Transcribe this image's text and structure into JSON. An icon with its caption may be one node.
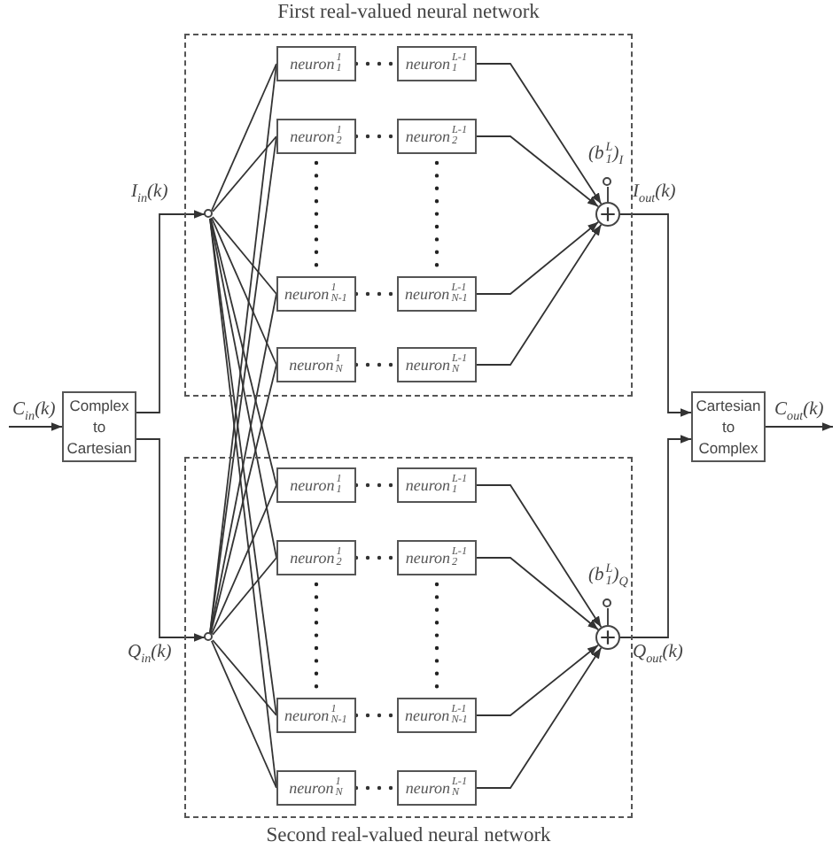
{
  "diagram": {
    "nodes": [
      {
        "text": [
          "First real-valued neural network"
        ]
      },
      {
        "text": [
          "neuron$_{1}$$^{1}$"
        ],
        "in": 0
      },
      {
        "text": [
          "neuron$_{1}$$^{L-1}$"
        ],
        "in": 0
      },
      {
        "text": [
          "neuron$_{2}$$^{1}$"
        ],
        "in": 0
      },
      {
        "text": [
          "neuron$_{2}$$^{L-1}$"
        ],
        "in": 0
      },
      {
        "text": [
          "neuron$_{N-1}$$^{1}$"
        ],
        "in": 0
      },
      {
        "text": [
          "neuron$_{N-1}$$^{L-1}$"
        ],
        "in": 0
      },
      {
        "text": [
          "neuron$_{N}$$^{1}$"
        ],
        "in": 0
      },
      {
        "text": [
          "neuron$_{N}$$^{L-1}$"
        ],
        "in": 0
      },
      {
        "text": [],
        "shape": "circle",
        "beside": [
          "(b$_{1}$$^{L}$)$_{I}$"
        ],
        "in": 0
      },
      {
        "text": [],
        "shape": "circle",
        "in": 0
      },
      {
        "text": [
          "Second real-valued neural network"
        ]
      },
      {
        "text": [
          "neuron$_{1}$$^{1}$"
        ],
        "in": 11
      },
      {
        "text": [
          "neuron$_{1}$$^{L-1}$"
        ],
        "in": 11
      },
      {
        "text": [
          "neuron$_{2}$$^{1}$"
        ],
        "in": 11
      },
      {
        "text": [
          "neuron$_{2}$$^{L-1}$"
        ],
        "in": 11
      },
      {
        "text": [
          "neuron$_{N-1}$$^{1}$"
        ],
        "in": 11
      },
      {
        "text": [
          "neuron$_{N-1}$$^{L-1}$"
        ],
        "in": 11
      },
      {
        "text": [
          "neuron$_{N}$$^{1}$"
        ],
        "in": 11
      },
      {
        "text": [
          "neuron$_{N}$$^{L-1}$"
        ],
        "in": 11
      },
      {
        "text": [],
        "shape": "circle",
        "beside": [
          "(b$_{1}$$^{L}$)$_{Q}$"
        ],
        "in": 11
      },
      {
        "text": [],
        "shape": "circle",
        "in": 11
      },
      {
        "text": [
          "Complex to Cartesian"
        ]
      },
      {
        "text": [
          "Cartesian to Complex"
        ]
      },
      {
        "text": [],
        "shape": "circle",
        "in": 0
      },
      {
        "text": [],
        "shape": "circle",
        "in": 11
      }
    ],
    "edges": [
      {
        "from": null,
        "to": 22,
        "arrow": "to",
        "label": "C$_{in}$(k)"
      },
      {
        "from": 22,
        "to": 24,
        "arrow": "to",
        "label": "I$_{in}$(k)"
      },
      {
        "from": 22,
        "to": 25,
        "arrow": "to",
        "label": "Q$_{in}$(k)"
      },
      {
        "from": 24,
        "to": 1,
        "arrow": "none"
      },
      {
        "from": 24,
        "to": 3,
        "arrow": "none"
      },
      {
        "from": 24,
        "to": 5,
        "arrow": "none"
      },
      {
        "from": 24,
        "to": 7,
        "arrow": "none"
      },
      {
        "from": 24,
        "to": 12,
        "arrow": "none"
      },
      {
        "from": 24,
        "to": 14,
        "arrow": "none"
      },
      {
        "from": 24,
        "to": 16,
        "arrow": "none"
      },
      {
        "from": 24,
        "to": 18,
        "arrow": "none"
      },
      {
        "from": 25,
        "to": 1,
        "arrow": "none"
      },
      {
        "from": 25,
        "to": 3,
        "arrow": "none"
      },
      {
        "from": 25,
        "to": 5,
        "arrow": "none"
      },
      {
        "from": 25,
        "to": 7,
        "arrow": "none"
      },
      {
        "from": 25,
        "to": 12,
        "arrow": "none"
      },
      {
        "from": 25,
        "to": 14,
        "arrow": "none"
      },
      {
        "from": 25,
        "to": 16,
        "arrow": "none"
      },
      {
        "from": 25,
        "to": 18,
        "arrow": "none"
      },
      {
        "from": 2,
        "to": 10,
        "arrow": "to"
      },
      {
        "from": 4,
        "to": 10,
        "arrow": "to"
      },
      {
        "from": 6,
        "to": 10,
        "arrow": "to"
      },
      {
        "from": 8,
        "to": 10,
        "arrow": "to"
      },
      {
        "from": 13,
        "to": 21,
        "arrow": "to"
      },
      {
        "from": 15,
        "to": 21,
        "arrow": "to"
      },
      {
        "from": 17,
        "to": 21,
        "arrow": "to"
      },
      {
        "from": 19,
        "to": 21,
        "arrow": "to"
      },
      {
        "from": 9,
        "to": 10,
        "arrow": "none"
      },
      {
        "from": 20,
        "to": 21,
        "arrow": "none"
      },
      {
        "from": 10,
        "to": 23,
        "arrow": "to",
        "label": "I$_{out}$(k)"
      },
      {
        "from": 21,
        "to": 23,
        "arrow": "to",
        "label": "Q$_{out}$(k)"
      },
      {
        "from": 23,
        "to": null,
        "arrow": "to",
        "label": "C$_{out}$(k)"
      },
      {
        "from": 1,
        "to": 2,
        "arrow": "none",
        "style": "dashed"
      },
      {
        "from": 3,
        "to": 4,
        "arrow": "none",
        "style": "dashed"
      },
      {
        "from": 5,
        "to": 6,
        "arrow": "none",
        "style": "dashed"
      },
      {
        "from": 7,
        "to": 8,
        "arrow": "none",
        "style": "dashed"
      },
      {
        "from": 12,
        "to": 13,
        "arrow": "none",
        "style": "dashed"
      },
      {
        "from": 14,
        "to": 15,
        "arrow": "none",
        "style": "dashed"
      },
      {
        "from": 16,
        "to": 17,
        "arrow": "none",
        "style": "dashed"
      },
      {
        "from": 18,
        "to": 19,
        "arrow": "none",
        "style": "dashed"
      }
    ]
  }
}
